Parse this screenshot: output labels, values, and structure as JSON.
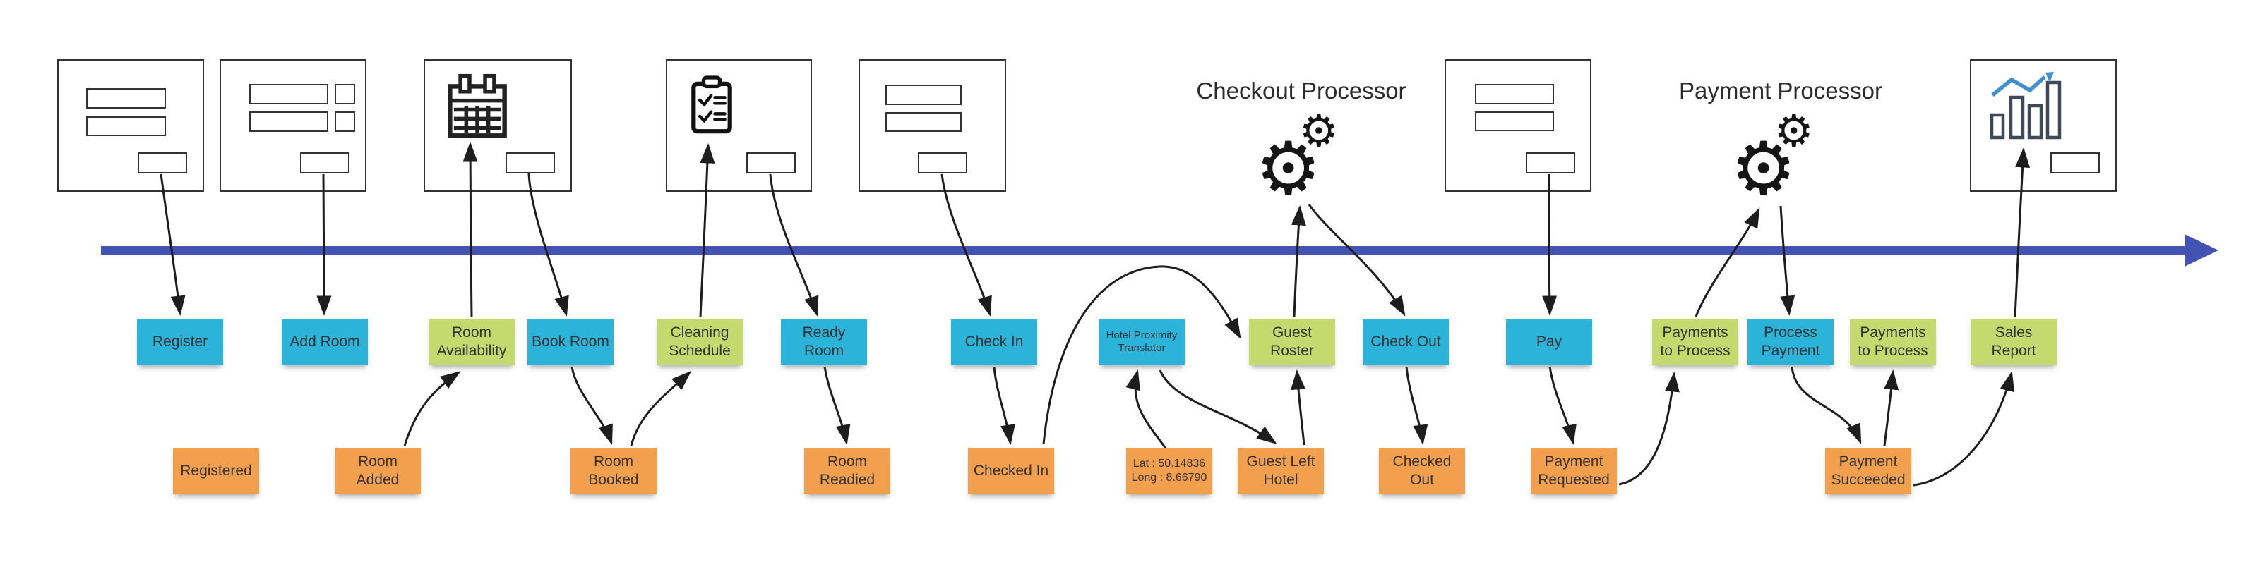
{
  "labels": {
    "checkout_processor": "Checkout Processor",
    "payment_processor": "Payment Processor"
  },
  "icons": {
    "gear_glyph": "⚙",
    "calendar": "calendar-icon",
    "clipboard": "checklist-clipboard-icon",
    "chart": "bar-chart-trend-icon"
  },
  "colors": {
    "command_blue": "#2cb3da",
    "view_green": "#c6d96f",
    "event_orange": "#f29f4e",
    "timeline_indigo": "#4353b4"
  },
  "notes": {
    "register": "Register",
    "add_room": "Add Room",
    "room_availability": "Room\nAvailability",
    "book_room": "Book Room",
    "cleaning_schedule": "Cleaning\nSchedule",
    "ready_room": "Ready\nRoom",
    "check_in": "Check In",
    "hotel_proximity_translator": "Hotel Proximity\nTranslator",
    "guest_roster": "Guest\nRoster",
    "check_out": "Check Out",
    "pay": "Pay",
    "payments_to_process_1": "Payments\nto Process",
    "process_payment": "Process\nPayment",
    "payments_to_process_2": "Payments\nto Process",
    "sales_report": "Sales\nReport",
    "registered": "Registered",
    "room_added": "Room\nAdded",
    "room_booked": "Room\nBooked",
    "room_readied": "Room\nReadied",
    "checked_in": "Checked In",
    "lat_long": "Lat : 50.14836\nLong : 8.66790",
    "guest_left_hotel": "Guest Left\nHotel",
    "checked_out": "Checked\nOut",
    "payment_requested": "Payment\nRequested",
    "payment_succeeded": "Payment\nSucceeded"
  }
}
